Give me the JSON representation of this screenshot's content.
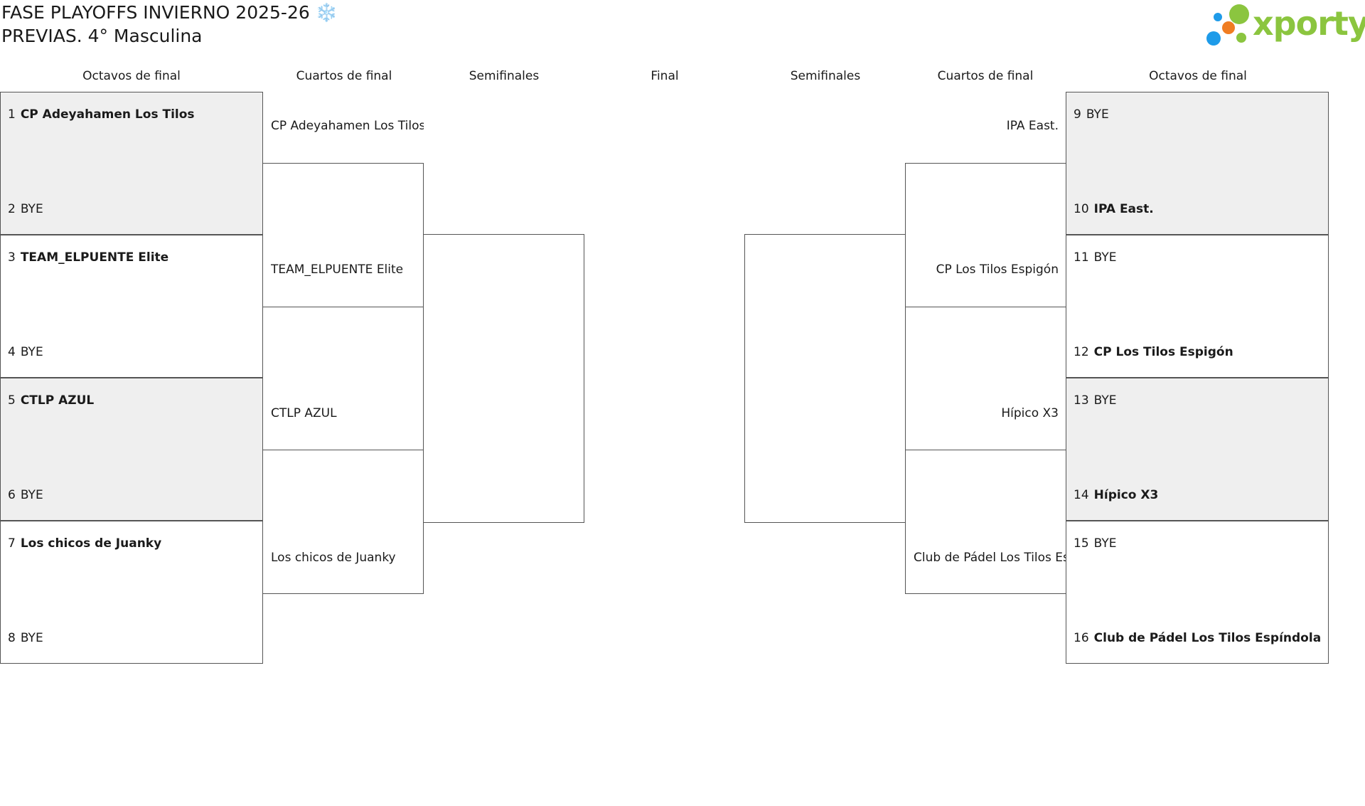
{
  "header": {
    "title_line1": "FASE PLAYOFFS INVIERNO 2025-26 ❄️",
    "title_line2": "PREVIAS. 4° Masculina",
    "logo_text": "xporty"
  },
  "brand_colors": {
    "green": "#8bc53f",
    "orange": "#f07d22",
    "blue": "#1e9be9"
  },
  "rounds": {
    "left": [
      "Octavos de final",
      "Cuartos de final",
      "Semifinales"
    ],
    "center": "Final",
    "right": [
      "Semifinales",
      "Cuartos de final",
      "Octavos de final"
    ]
  },
  "left_matches": [
    {
      "seed_a": "1",
      "team_a": "CP Adeyahamen Los Tilos",
      "seed_b": "2",
      "team_b": "BYE"
    },
    {
      "seed_a": "3",
      "team_a": "TEAM_ELPUENTE Elite",
      "seed_b": "4",
      "team_b": "BYE"
    },
    {
      "seed_a": "5",
      "team_a": "CTLP AZUL",
      "seed_b": "6",
      "team_b": "BYE"
    },
    {
      "seed_a": "7",
      "team_a": "Los chicos de Juanky",
      "seed_b": "8",
      "team_b": "BYE"
    }
  ],
  "right_matches": [
    {
      "seed_a": "9",
      "team_a": "BYE",
      "seed_b": "10",
      "team_b": "IPA East."
    },
    {
      "seed_a": "11",
      "team_a": "BYE",
      "seed_b": "12",
      "team_b": "CP Los Tilos Espigón"
    },
    {
      "seed_a": "13",
      "team_a": "BYE",
      "seed_b": "14",
      "team_b": "Hípico X3"
    },
    {
      "seed_a": "15",
      "team_a": "BYE",
      "seed_b": "16",
      "team_b": "Club de Pádel Los Tilos Espíndola"
    }
  ],
  "left_quarter_teams": [
    "CP Adeyahamen Los Tilos",
    "TEAM_ELPUENTE Elite",
    "CTLP AZUL",
    "Los chicos de Juanky"
  ],
  "right_quarter_teams": [
    "IPA East.",
    "CP Los Tilos Espigón",
    "Hípico X3",
    "Club de Pádel Los Tilos Espíndola"
  ]
}
